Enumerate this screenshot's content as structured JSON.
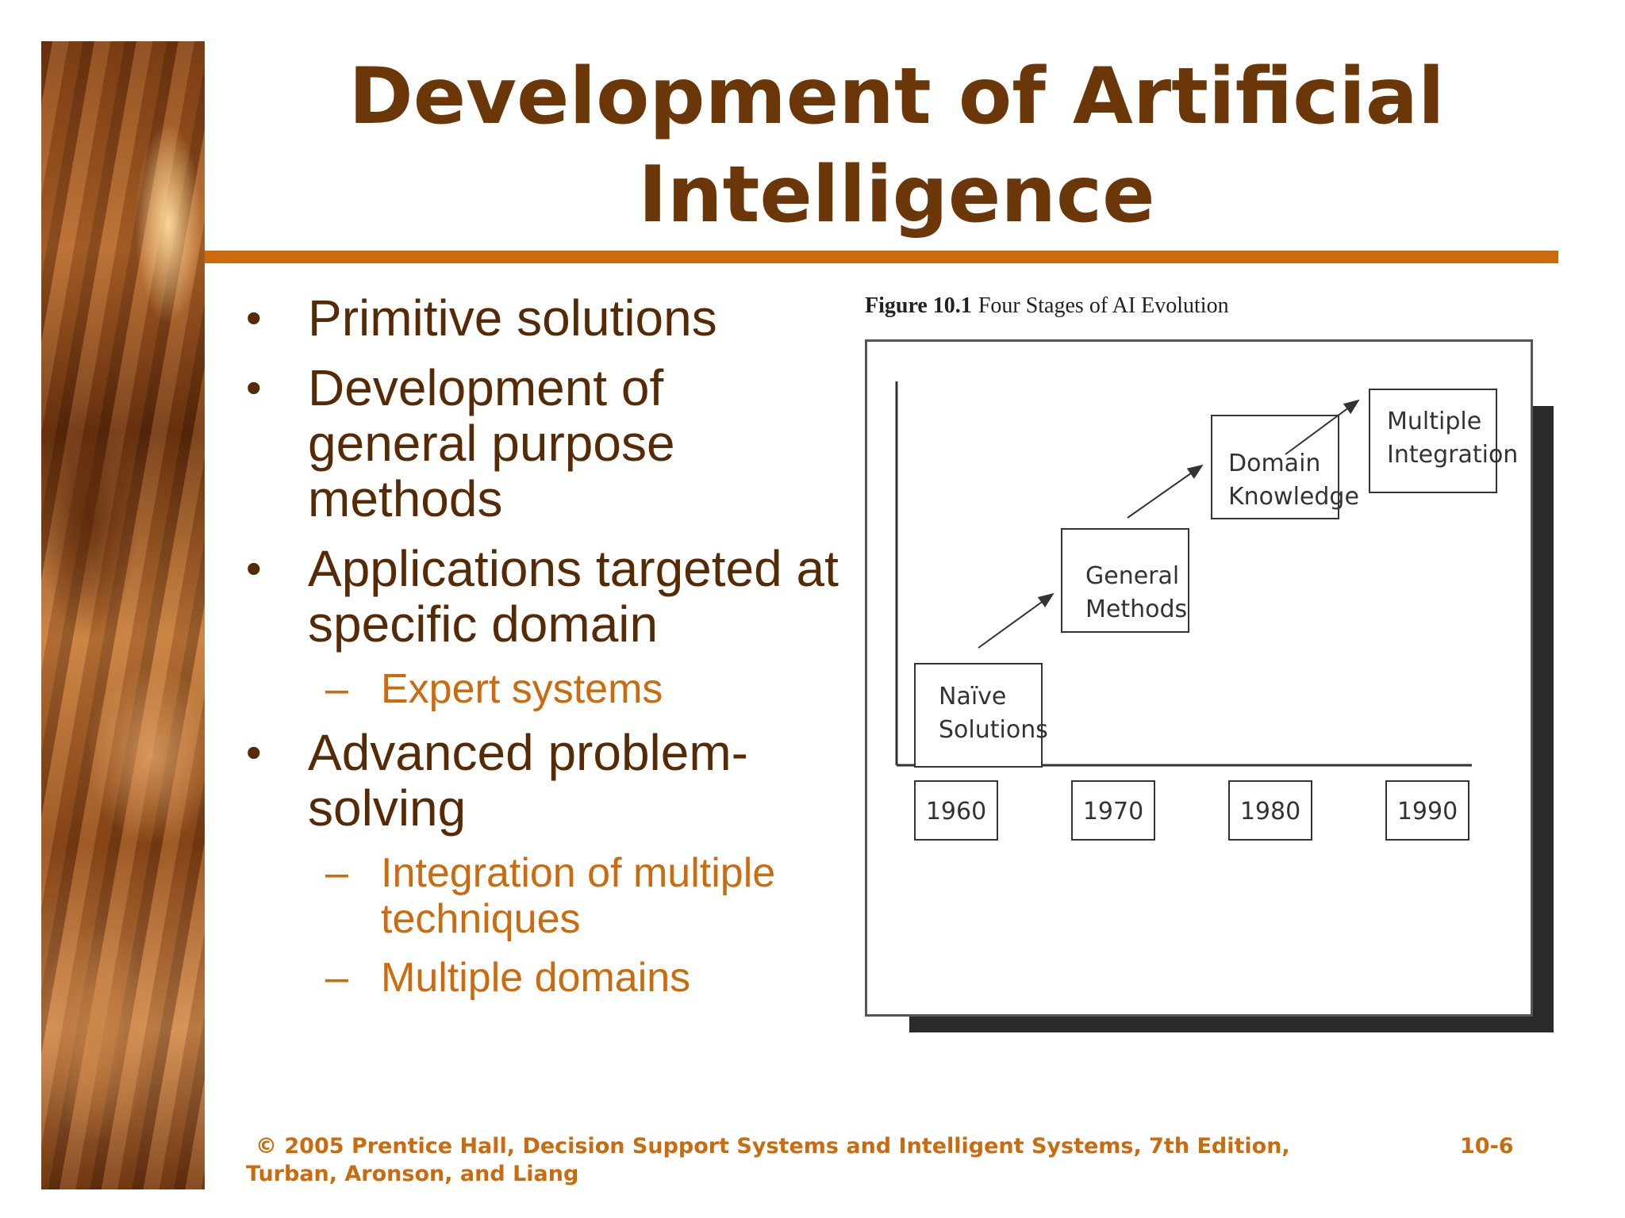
{
  "slide": {
    "title_line1": "Development of Artificial",
    "title_line2": "Intelligence"
  },
  "bullets": [
    {
      "text": "Primitive solutions",
      "subs": []
    },
    {
      "text": "Development of general purpose methods",
      "subs": []
    },
    {
      "text": "Applications targeted at specific domain",
      "subs": [
        "Expert systems"
      ]
    },
    {
      "text": "Advanced problem-solving",
      "subs": [
        "Integration of multiple techniques",
        "Multiple domains"
      ]
    }
  ],
  "bullet_mark": "•",
  "sub_mark": "–",
  "figure": {
    "label": "Figure 10.1",
    "caption": "Four Stages of AI Evolution",
    "stages": [
      {
        "line1": "Naïve",
        "line2": "Solutions"
      },
      {
        "line1": "General",
        "line2": "Methods"
      },
      {
        "line1": "Domain",
        "line2": "Knowledge"
      },
      {
        "line1": "Multiple",
        "line2": "Integration"
      }
    ],
    "years": [
      "1960",
      "1970",
      "1980",
      "1990"
    ]
  },
  "footer": {
    "line1": "© 2005  Prentice Hall, Decision Support Systems and Intelligent Systems, 7th Edition,",
    "line2": "Turban, Aronson, and Liang",
    "page": "10-6"
  },
  "colors": {
    "title": "#6b3708",
    "accent": "#cc6a0e",
    "body_text": "#572a06"
  }
}
